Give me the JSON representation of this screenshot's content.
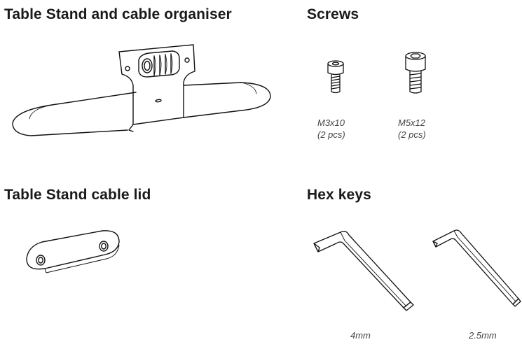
{
  "sections": {
    "stand": {
      "title": "Table Stand and cable organiser"
    },
    "screws": {
      "title": "Screws",
      "items": [
        {
          "size": "M3x10",
          "qty": "(2 pcs)"
        },
        {
          "size": "M5x12",
          "qty": "(2 pcs)"
        }
      ]
    },
    "lid": {
      "title": "Table Stand cable lid"
    },
    "hex_keys": {
      "title": "Hex keys",
      "items": [
        {
          "size": "4mm"
        },
        {
          "size": "2.5mm"
        }
      ]
    }
  }
}
